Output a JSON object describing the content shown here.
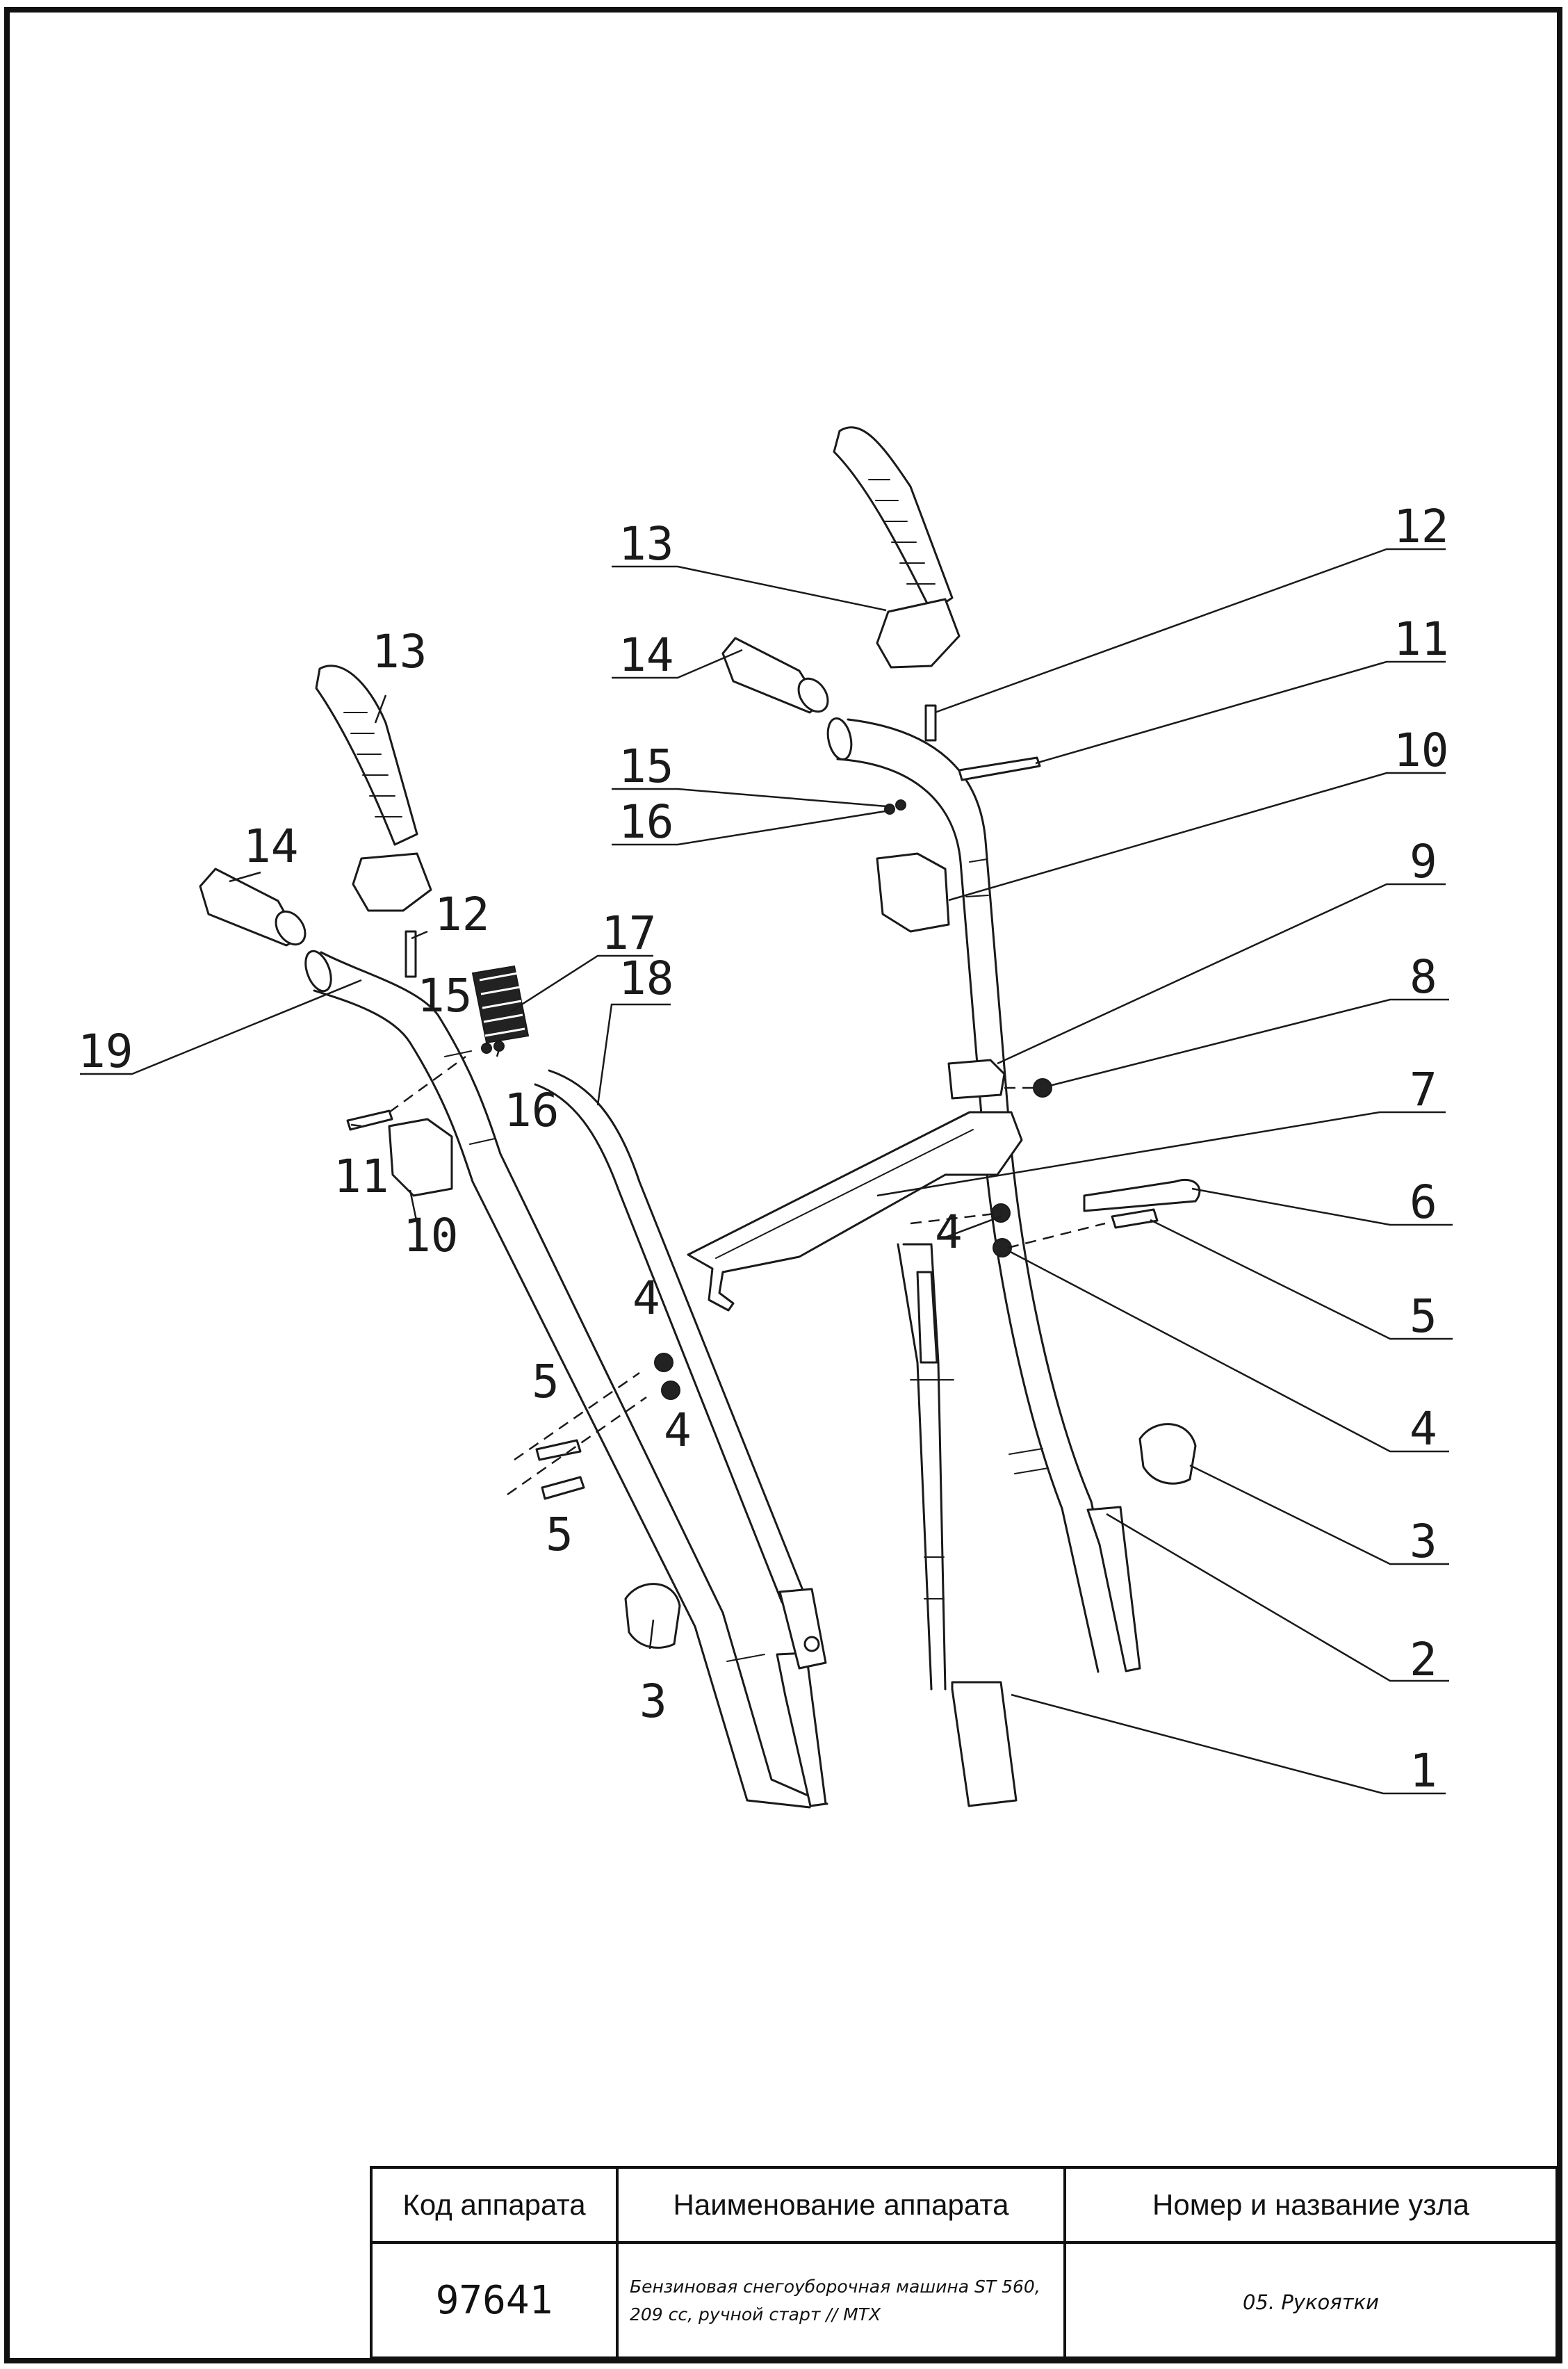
{
  "title_block": {
    "headers": {
      "code": "Код аппарата",
      "name": "Наименование аппарата",
      "unit": "Номер и название узла"
    },
    "values": {
      "code": "97641",
      "name_line1": "Бензиновая снегоуборочная машина ST 560,",
      "name_line2": "209 cc, ручной старт // MTX",
      "unit": "05. Рукоятки"
    }
  },
  "callouts": {
    "n1": "1",
    "n2": "2",
    "n3": "3",
    "n4": "4",
    "n5": "5",
    "n6": "6",
    "n7": "7",
    "n8": "8",
    "n9": "9",
    "n10": "10",
    "n11": "11",
    "n12": "12",
    "n13": "13",
    "n14": "14",
    "n15": "15",
    "n16": "16",
    "n17": "17",
    "n18": "18",
    "n19": "19"
  },
  "colors": {
    "ink": "#1a1a1a",
    "paper": "#ffffff"
  }
}
